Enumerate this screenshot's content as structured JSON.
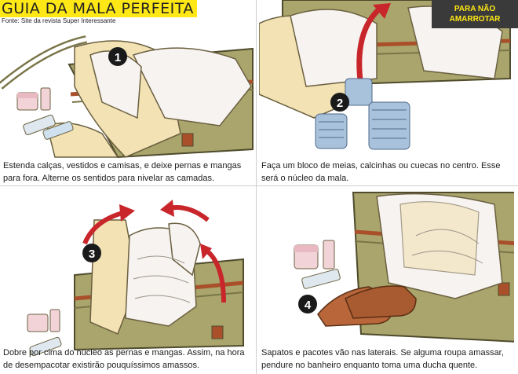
{
  "header": {
    "title": "GUIA DA MALA PERFEITA",
    "source": "Fonte: Site da revista Super Interessante"
  },
  "badge": {
    "line1": "PARA NÃO",
    "line2": "AMARROTAR"
  },
  "steps": [
    {
      "number": "1",
      "caption": "Estenda calças, vestidos e camisas, e deixe pernas e mangas para fora. Alterne os sentidos para nivelar as camadas."
    },
    {
      "number": "2",
      "caption": "Faça um bloco de meias, calcinhas ou cuecas no centro. Esse será o núcleo da mala."
    },
    {
      "number": "3",
      "caption": "Dobre por cima do núcleo as pernas e mangas. Assim, na hora de desempacotar existirão pouquíssimos amassos."
    },
    {
      "number": "4",
      "caption": "Sapatos e pacotes vão nas laterais. Se alguma roupa amassar, pendure no banheiro enquanto toma uma ducha quente."
    }
  ],
  "colors": {
    "title_bg": "#ffe815",
    "badge_bg": "#3a3a3a",
    "badge_text": "#ffe815",
    "suitcase": "#a9a56d",
    "suitcase_dark": "#7a7548",
    "strap": "#a9502a",
    "arrow": "#c8262a",
    "cream": "#f2e2b4",
    "white_cloth": "#f7f3f1",
    "socks": "#a9c2dc",
    "shoe": "#b8663a"
  }
}
